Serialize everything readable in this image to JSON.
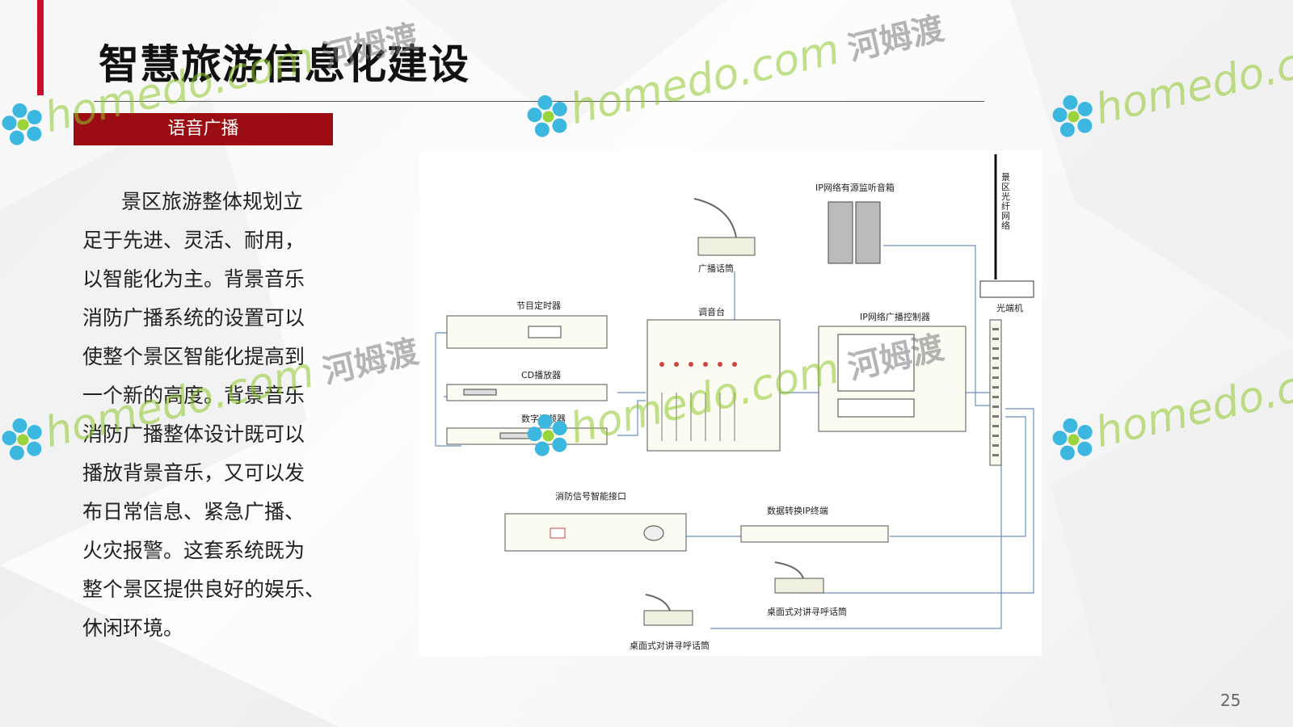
{
  "slide": {
    "title": "智慧旅游信息化建设",
    "section_label": "语音广播",
    "body_lines": [
      "景区旅游整体规划立",
      "足于先进、灵活、耐用，",
      "以智能化为主。背景音乐",
      "消防广播系统的设置可以",
      "使整个景区智能化提高到",
      "一个新的高度。背景音乐",
      "消防广播整体设计既可以",
      "播放背景音乐，又可以发",
      "布日常信息、紧急广播、",
      "火灾报警。这套系统既为",
      "整个景区提供良好的娱乐、",
      "休闲环境。"
    ],
    "page_number": "25",
    "accent_color": "#c8102e",
    "label_color": "#9b0d12"
  },
  "diagram": {
    "labels": {
      "fiber_network": "景区光纤网络",
      "ip_speaker": "IP网络有源监听音箱",
      "broadcast_mic": "广播话筒",
      "timer": "节目定时器",
      "mixer": "调音台",
      "ip_controller": "IP网络广播控制器",
      "optical_terminal": "光端机",
      "cd_player": "CD播放器",
      "tuner": "数字调频器",
      "fire_interface": "消防信号智能接口",
      "ip_terminal": "数据转换IP终端",
      "desk_intercom_1": "桌面式对讲寻呼话筒",
      "desk_intercom_2": "桌面式对讲寻呼话筒"
    }
  },
  "watermark": {
    "text": "homedo.com",
    "cn": "河姆渡",
    "color": "#8cc828"
  }
}
